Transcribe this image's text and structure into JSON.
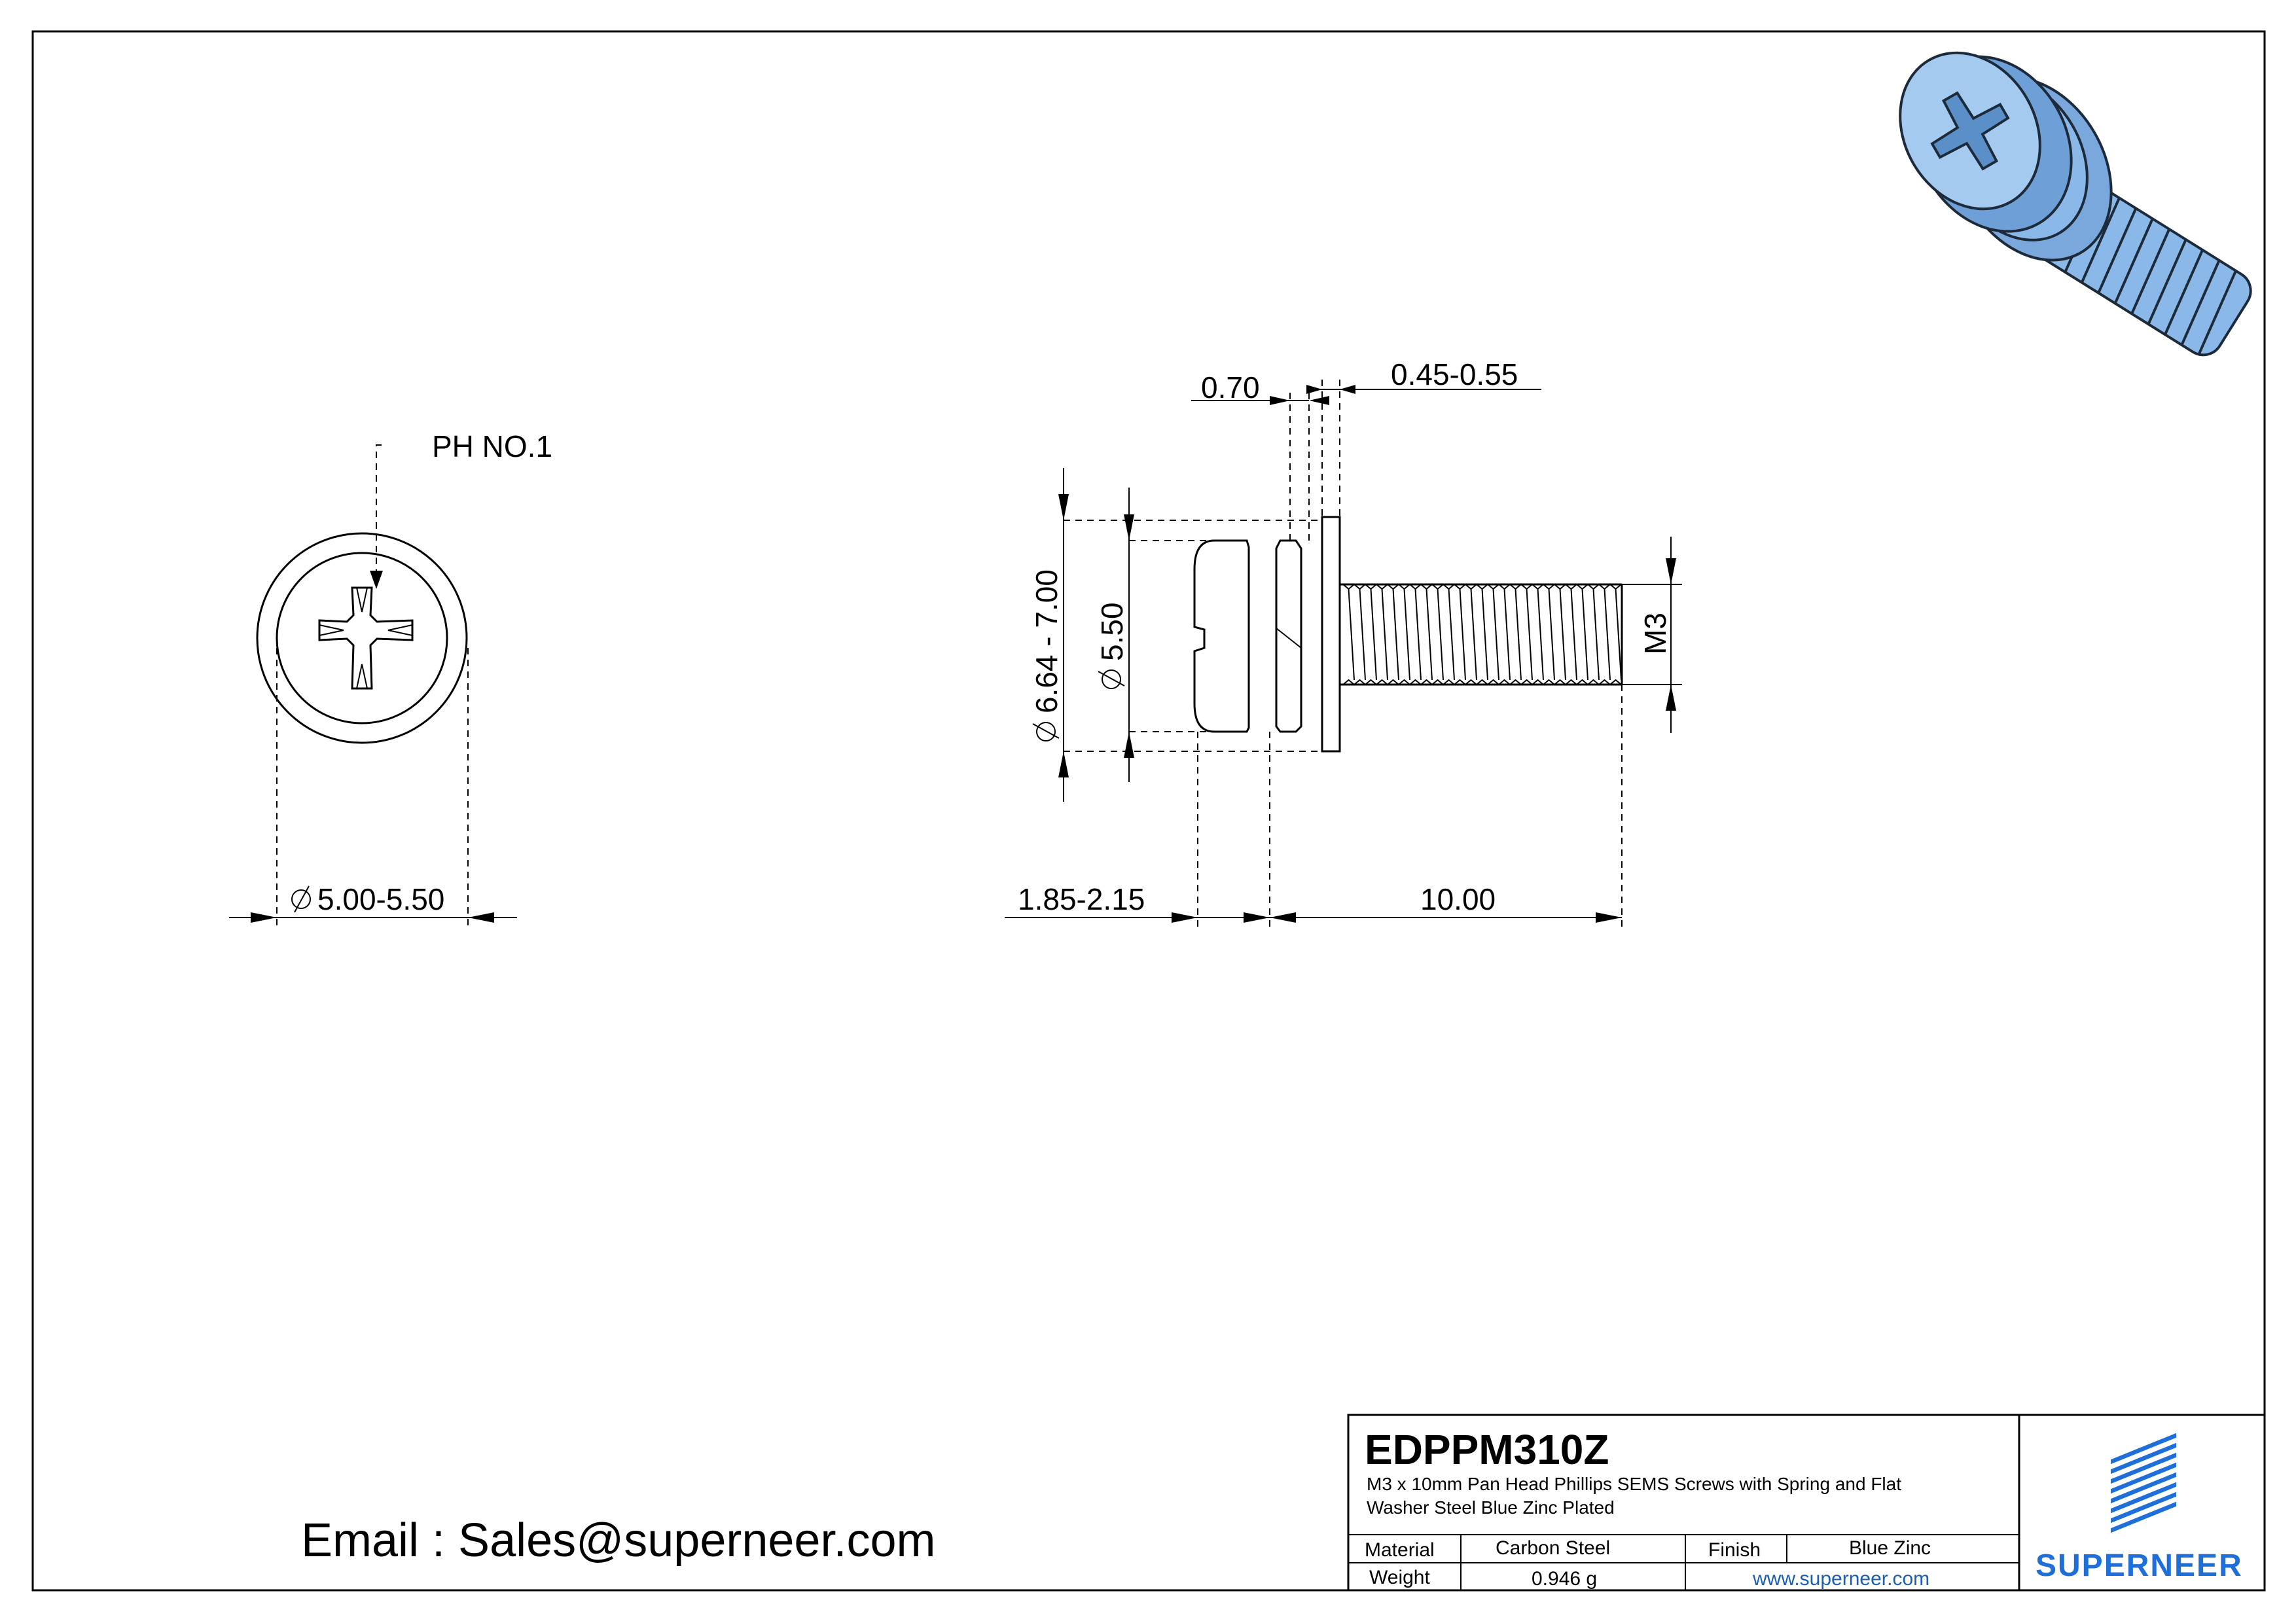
{
  "front_view": {
    "drive_label": "PH NO.1",
    "head_diameter": "5.00-5.50"
  },
  "side_view": {
    "spring_washer_thickness": "0.70",
    "flat_washer_thickness": "0.45-0.55",
    "washer_diameter": "6.64 - 7.00",
    "head_diameter": "5.50",
    "thread_size": "M3",
    "head_height": "1.85-2.15",
    "length": "10.00"
  },
  "title_block": {
    "part_number": "EDPPM310Z",
    "description_line1": "M3 x 10mm Pan Head Phillips SEMS Screws with Spring and Flat",
    "description_line2": "Washer Steel Blue Zinc Plated",
    "material_label": "Material",
    "material_value": "Carbon Steel",
    "finish_label": "Finish",
    "finish_value": "Blue Zinc",
    "weight_label": "Weight",
    "weight_value": "0.946 g",
    "website": "www.superneer.com",
    "brand": "SUPERNEER",
    "brand_color": "#1e6fd9"
  },
  "contact": {
    "email_line": "Email : Sales@superneer.com"
  },
  "render_colors": {
    "screw_blue": "#8ab8e8",
    "screw_shadow": "#5a8fc8"
  }
}
